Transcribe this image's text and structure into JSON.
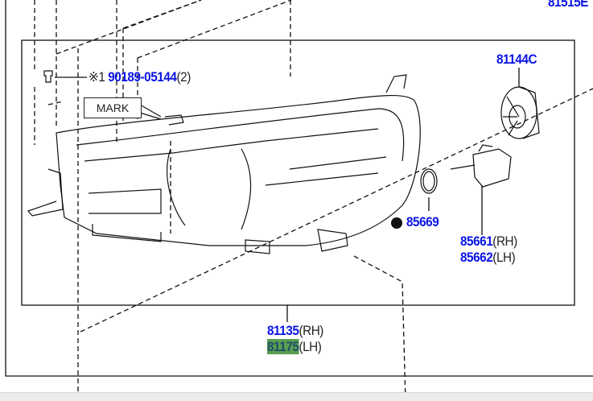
{
  "diagram": {
    "mark_label": "MARK",
    "callouts": [
      {
        "part": "81515E",
        "suffix": ""
      },
      {
        "part": "81144C",
        "suffix": ""
      },
      {
        "prefix": "※1",
        "part": "90189-05144",
        "suffix": "(2)"
      },
      {
        "part": "85669",
        "suffix": ""
      },
      {
        "part": "85661",
        "suffix": "(RH)"
      },
      {
        "part": "85662",
        "suffix": "(LH)"
      },
      {
        "part": "81135",
        "suffix": "(RH)"
      },
      {
        "part": "81175",
        "suffix": "(LH)",
        "highlighted": true
      }
    ],
    "colors": {
      "part_number": "#0a14e6",
      "highlight": "#5a9e50"
    }
  }
}
